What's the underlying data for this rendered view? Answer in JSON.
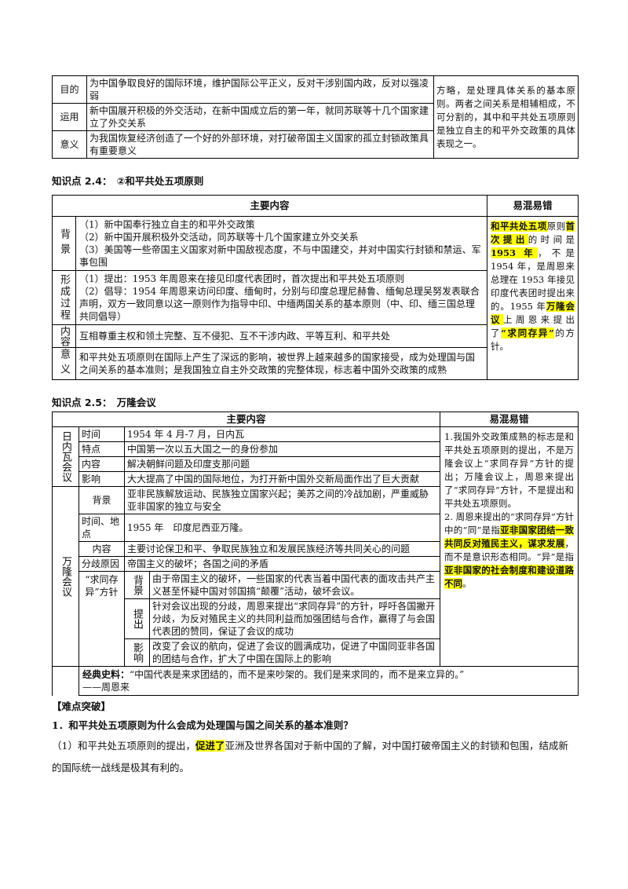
{
  "table1": {
    "rows": [
      {
        "label": "目的",
        "text": "为中国争取良好的国际环境，维护国际公平正义，反对干涉别国内政，反对以强凌弱"
      },
      {
        "label": "运用",
        "text": "新中国展开积极的外交活动，在新中国成立后的第一年，就同苏联等十几个国家建立了外交关系"
      },
      {
        "label": "意义",
        "text": "为我国恢复经济创造了一个好的外部环境，对打破帝国主义国家的孤立封锁政策具有重要意义"
      }
    ],
    "side": "方略，是处理具体关系的基本原则。两者之间关系是相辅相成，不可分割的，其中和平共处五项原则是独立自主的和平外交政策的具体表现之一。"
  },
  "kp24": {
    "heading": "知识点 2.4：　②和平共处五项原则",
    "col_main": "主要内容",
    "col_side": "易混易错",
    "bg_label": "背景",
    "bg_lines": [
      "（1）新中国奉行独立自主的和平外交政策",
      "（2）新中国开展积极外交活动，同苏联等十几个国家建立外交关系",
      "（3）美国等一些帝国主义国家对新中国敌视态度，不与中国建交，并对中国实行封锁和禁运、军事包围"
    ],
    "form_label": "形成过程",
    "form_lines": [
      "（1）提出：1953 年周恩来在接见印度代表团时，首次提出和平共处五项原则",
      "（2）倡导：1954 年周恩来访问印度、缅甸时，分别与印度总理尼赫鲁、缅甸总理吴努发表联合声明，双方一致同意以这一原则作为指导中印、中缅两国关系的基本原则（中、印、缅三国总理共同倡导）"
    ],
    "content_label": "内容",
    "content_text": "互相尊重主权和领土完整、互不侵犯、互不干涉内政、平等互利、和平共处",
    "meaning_label": "意义",
    "meaning_text": "和平共处五项原则在国际上产生了深远的影响，被世界上越来越多的国家接受，成为处理国与国之间关系的基本准则；是我国独立自主外交政策的完整体现，标志着中国外交政策的成熟",
    "side": {
      "p1": "和平共处五项",
      "p2": "原则",
      "p3": "首次提出",
      "p4": "的时间是",
      "p5": "1953 年",
      "p6": "，不是 1954 年，是周恩来总理在 1953 年接见印度代表团时提出来的。1955 年",
      "p7": "万隆会议",
      "p8": "上周恩来提出了",
      "p9": "“求同存异”",
      "p10": "的方针。"
    }
  },
  "kp25": {
    "heading": "知识点 2.5：　万隆会议",
    "col_main": "主要内容",
    "col_side": "易混易错",
    "rineiwa_label": "日内瓦会议",
    "rineiwa_rows": [
      {
        "label": "时间",
        "text": "1954 年 4 月-7 月，日内瓦"
      },
      {
        "label": "特点",
        "text": "中国第一次以五大国之一的身份参加"
      },
      {
        "label": "内容",
        "text": "解决朝鲜问题及印度支那问题"
      },
      {
        "label": "影响",
        "text": "大大提高了中国的国际地位，为打开新中国外交新局面作出了巨大贡献"
      }
    ],
    "wanlong_label": "万隆会议",
    "bg_label": "背景",
    "bg_text": "亚非民族解放运动、民族独立国家兴起；美苏之间的冷战加剧，严重威胁亚非国家的独立与安全",
    "time_label": "时间、地点",
    "time_text": "1955 年　印度尼西亚万隆。",
    "content_label": "内容",
    "content_text": "主要讨论保卫和平、争取民族独立和发展民族经济等共同关心的问题",
    "split_label": "分歧原因",
    "split_text": "帝国主义的破坏；各国之间的矛盾",
    "qiutong_label": "“求同存异”方针",
    "qt_bg_label": "背景",
    "qt_bg_text": "由于帝国主义的破坏，一些国家的代表当着中国代表的面攻击共产主义甚至怀疑中国对邻国搞“颠覆”活动，破坏会议。",
    "qt_ti_label": "提出",
    "qt_ti_text": "针对会议出现的分歧，周恩来提出“求同存异”的方针，呼吁各国撇开分歧，为反对殖民主义的共同利益而加强团结与合作，赢得了与会国代表团的赞同，保证了会议的成功",
    "qt_yx_label": "影响",
    "qt_yx_text": "改变了会议的航向，促进了会议的圆满成功，促进了中国同亚非各国的团结与合作，扩大了中国在国际上的影响",
    "classic_label": "经典史料：",
    "classic_text": "“中国代表是来求团结的，而不是来吵架的。我们是来求同的，而不是来立异的。”",
    "classic_author": "——周恩来",
    "side": {
      "a": "1.我国外交政策成熟的标志是和平共处五项原则的提出，不是万隆会议上“求同存异”方针的提出；万隆会议上，周恩来提出了“求同存异”方针，不是提出和平共处五项原则。",
      "b": "2. 周恩来提出的“求同存异”方针中的“同”是指",
      "c": "亚非国家团结一致共同反对殖民主义，谋求发展",
      "d": "，而不是意识形态相同。“异”是指",
      "e": "亚非国家的社会制度和建设道路不同",
      "f": "。"
    }
  },
  "difficulty": {
    "title": "【难点突破】",
    "q1": "1．和平共处五项原则为什么会成为处理国与国之间关系的基本准则？",
    "p1a": "（1）和平共处五项原则的提出，",
    "p1b": "促进了",
    "p1c": "亚洲及世界各国对于新中国的了解，对中国打破帝国主义的封锁和包围，结成新的国际统一战线是极其有利的。"
  }
}
